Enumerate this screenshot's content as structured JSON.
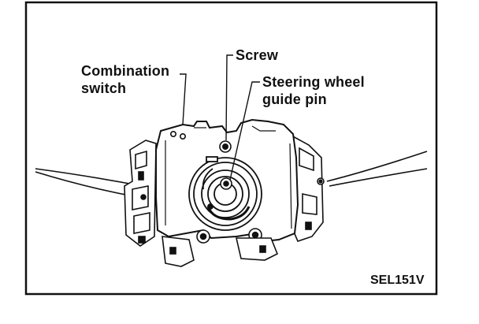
{
  "labels": {
    "combination_switch_line1": "Combination",
    "combination_switch_line2": "switch",
    "screw": "Screw",
    "steering_wheel_guide_pin_line1": "Steering wheel",
    "steering_wheel_guide_pin_line2": "guide pin"
  },
  "figure_code": "SEL151V",
  "colors": {
    "ink": "#111111",
    "background": "#ffffff"
  }
}
